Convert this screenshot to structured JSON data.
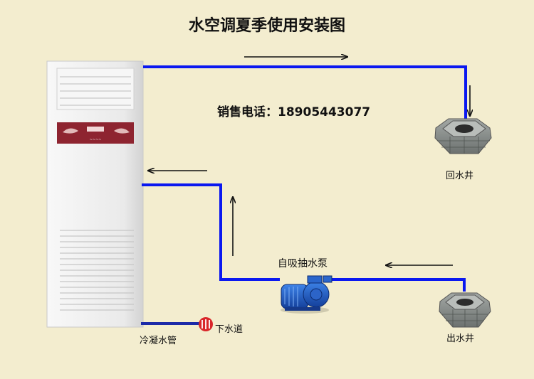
{
  "title": "水空调夏季使用安装图",
  "phone": "销售电话：18905443077",
  "labels": {
    "return_well": "回水井",
    "supply_well": "出水井",
    "pump": "自吸抽水泵",
    "condensate_pipe": "冷凝水管",
    "drain": "下水道"
  },
  "colors": {
    "pipe": "#0a18f0",
    "condensate_pipe": "#1c2aa8",
    "background": "#f3edcf",
    "unit_body": "#ecedee",
    "unit_band": "#8e2430",
    "pump": "#1f5bc4",
    "well_stone": "#8a8f8c",
    "drain_icon": "#d9262a"
  },
  "icons": {
    "air_conditioner": "floor-standing-air-conditioner-icon",
    "pump": "water-pump-icon",
    "well": "stone-well-icon",
    "drain": "drain-icon"
  }
}
